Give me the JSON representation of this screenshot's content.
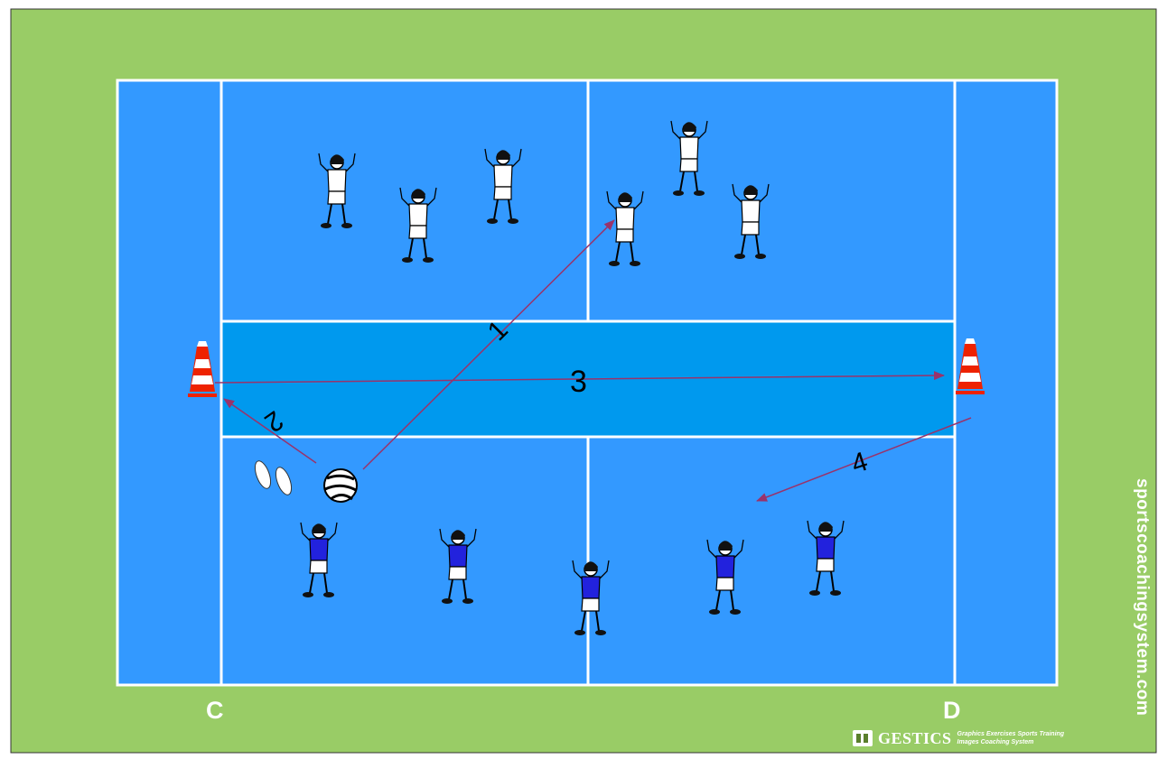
{
  "diagram": {
    "colors": {
      "field": "#99cc66",
      "court": "#3399ff",
      "central_zone": "#0099ee",
      "lines": "#ffffff",
      "arrow": "#99336b",
      "team_a_shirt": "#ffffff",
      "team_b_shirt": "#2222dd",
      "cone_red": "#ee2200",
      "cone_white": "#ffffff"
    },
    "arrow_labels": [
      "1",
      "2",
      "3",
      "4"
    ],
    "corner_labels": {
      "left": "C",
      "right": "D"
    },
    "watermark": "sportscoachingsystem.com",
    "logo": {
      "name": "GESTICS",
      "tagline_1": "Graphics Exercises Sports Training",
      "tagline_2": "Images Coaching System"
    },
    "icons": [
      "cone-icon",
      "ball-icon",
      "footprints-icon",
      "player-icon"
    ]
  }
}
